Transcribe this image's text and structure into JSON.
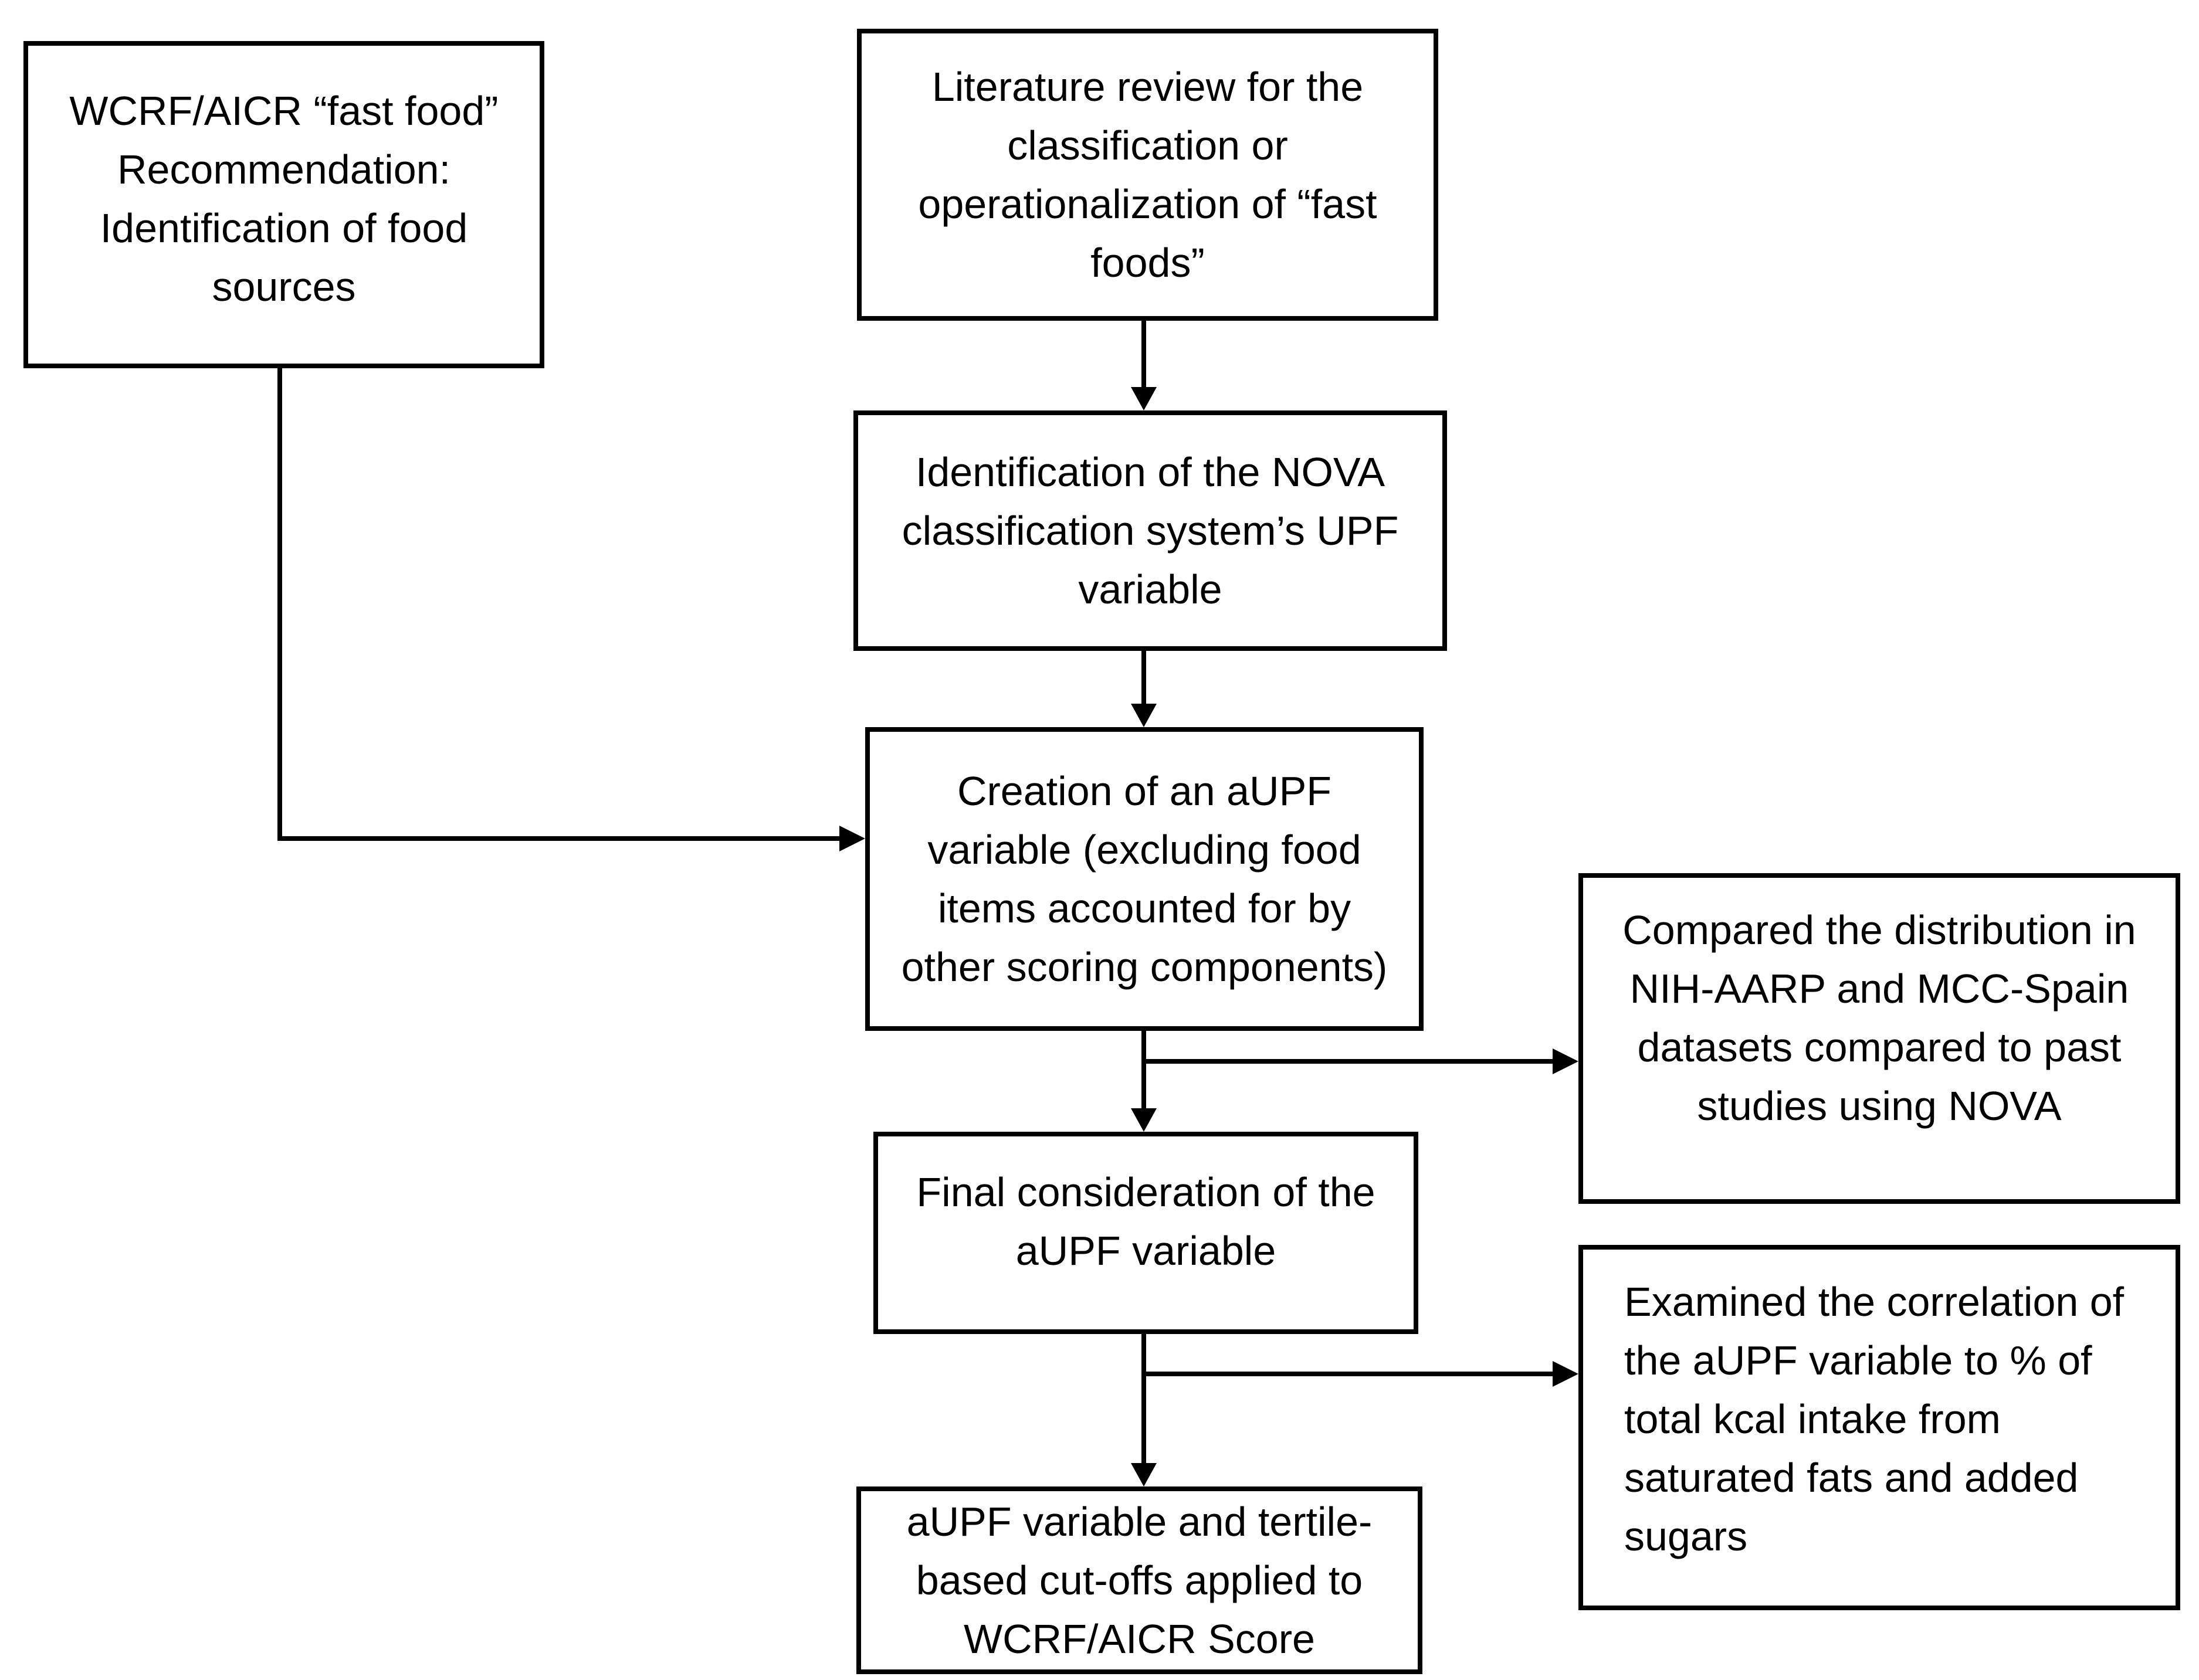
{
  "figure": {
    "type": "flowchart",
    "background_color": "#ffffff",
    "line_color": "#000000",
    "text_color": "#000000"
  },
  "boxes": {
    "wcrf_recommendation": {
      "text": "WCRF/AICR “fast food” Recommendation: Identification of food sources",
      "lines": [
        "WCRF/AICR “fast food”",
        "Recommendation:",
        "Identification of food",
        "sources"
      ]
    },
    "literature_review": {
      "text": "Literature review for the classification or operationalization of “fast foods”",
      "lines": [
        "Literature review for the",
        "classification or",
        "operationalization of “fast",
        "foods”"
      ]
    },
    "nova_upf_identification": {
      "text": "Identification of the NOVA classification system’s UPF variable",
      "lines": [
        "Identification of the NOVA",
        "classification system’s UPF",
        "variable"
      ]
    },
    "aupf_creation": {
      "text": "Creation of an aUPF variable (excluding food items accounted for by other scoring components)",
      "lines": [
        "Creation of an aUPF",
        "variable (excluding food",
        "items accounted for by",
        "other scoring components)"
      ]
    },
    "distribution_comparison": {
      "text": "Compared the distribution in NIH-AARP and MCC-Spain datasets compared to past studies using NOVA",
      "lines": [
        "Compared the distribution in",
        "NIH-AARP and MCC-Spain",
        "datasets compared to past",
        "studies using NOVA"
      ]
    },
    "final_consideration": {
      "text": "Final consideration of the aUPF variable",
      "lines": [
        "Final consideration of the",
        "aUPF variable"
      ]
    },
    "correlation_examination": {
      "text": "Examined the correlation of the aUPF variable to % of total kcal intake from saturated fats and added sugars",
      "lines": [
        "Examined the correlation of",
        "the aUPF variable to % of",
        "total kcal intake from",
        "saturated fats and added",
        "sugars"
      ]
    },
    "score_application": {
      "text": "aUPF variable and tertile-based cut-offs applied to WCRF/AICR Score",
      "lines": [
        "aUPF variable and tertile-",
        "based cut-offs applied to",
        "WCRF/AICR Score"
      ]
    }
  }
}
